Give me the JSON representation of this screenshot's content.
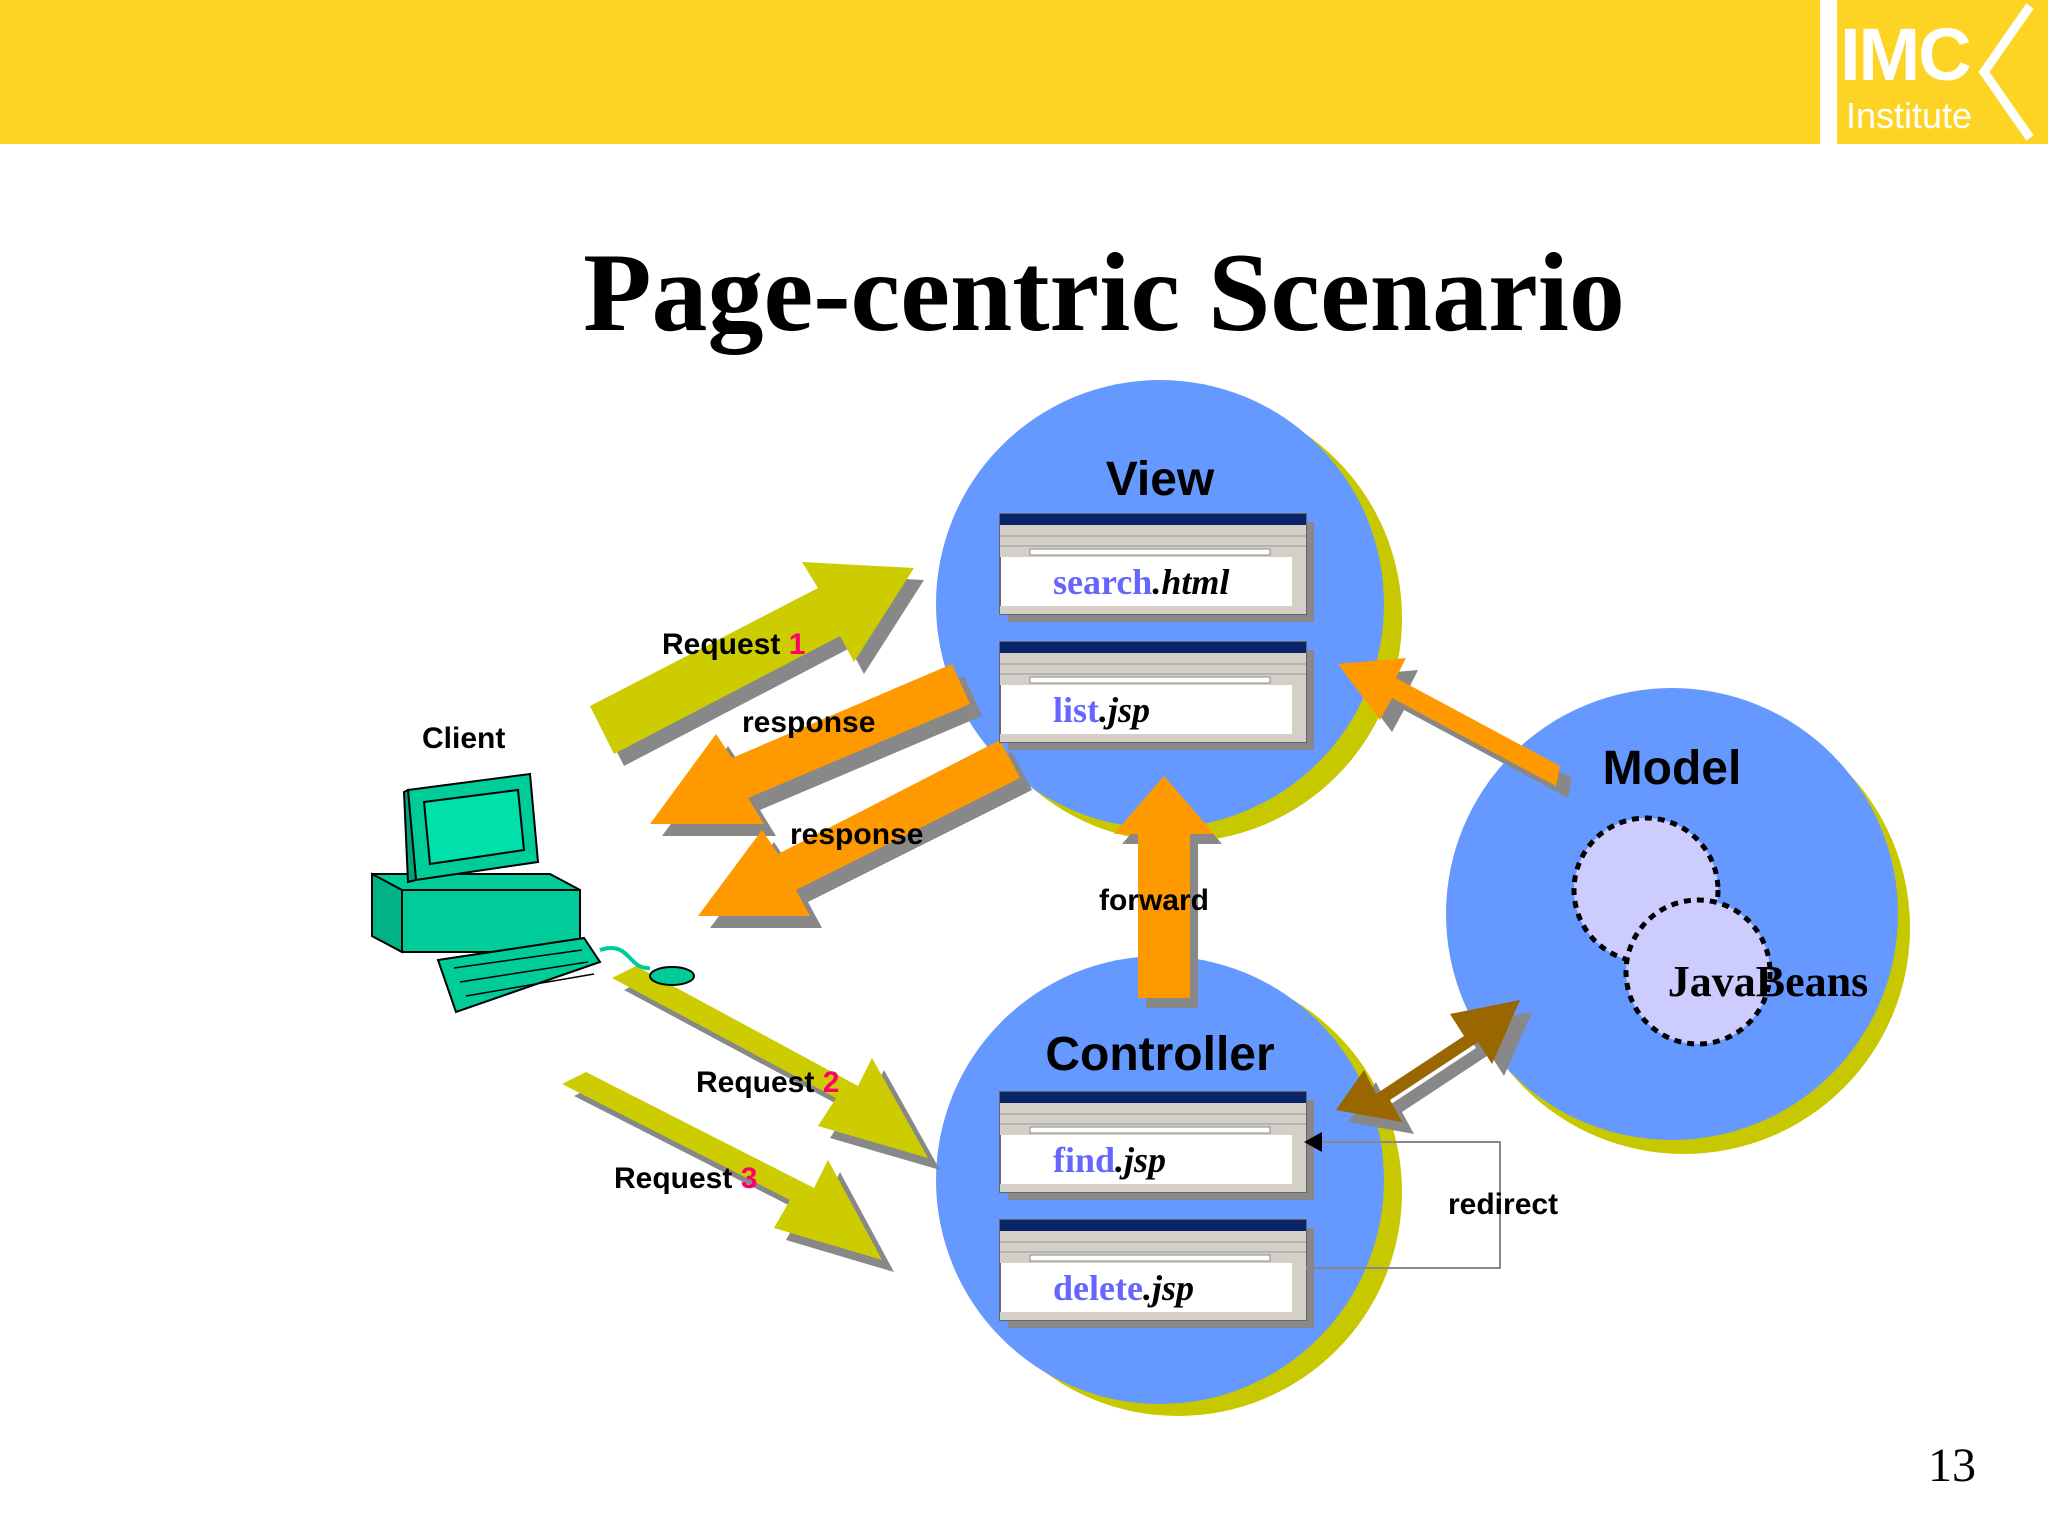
{
  "header": {
    "logo_main": "IMC",
    "logo_sub": "Institute"
  },
  "title": "Page-centric Scenario",
  "page_number": "13",
  "view": {
    "label": "View",
    "pages": [
      {
        "name": "search",
        "ext": ".html"
      },
      {
        "name": "list",
        "ext": ".jsp"
      }
    ]
  },
  "controller": {
    "label": "Controller",
    "pages": [
      {
        "name": "find",
        "ext": ".jsp"
      },
      {
        "name": "delete",
        "ext": ".jsp"
      }
    ]
  },
  "model": {
    "label": "Model",
    "bean": "JavaBeans"
  },
  "client": {
    "label": "Client"
  },
  "arrows": {
    "request1": {
      "text": "Request ",
      "num": "1"
    },
    "request2": {
      "text": "Request ",
      "num": "2"
    },
    "request3": {
      "text": "Request ",
      "num": "3"
    },
    "response1": "response",
    "response2": "response",
    "forward": "forward",
    "redirect": "redirect"
  },
  "colors": {
    "banner": "#fdd424",
    "circle": "#6699ff",
    "circle_shadow": "#c8c800",
    "request_arrow": "#cccc00",
    "response_arrow": "#ff9900",
    "model_arrow": "#996600",
    "client": "#00cc99",
    "page_name": "#6666ff",
    "request_number": "#ff0066"
  }
}
